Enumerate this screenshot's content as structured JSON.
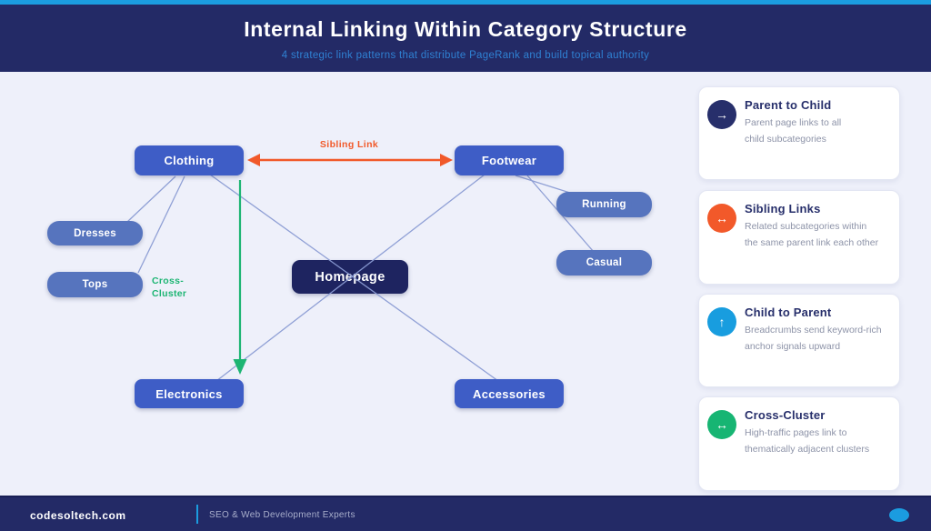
{
  "header": {
    "title": "Internal Linking Within Category Structure",
    "subtitle": "4 strategic link patterns that distribute PageRank and build topical authority"
  },
  "diagram": {
    "nodes": {
      "clothing": {
        "label": "Clothing"
      },
      "footwear": {
        "label": "Footwear"
      },
      "dresses": {
        "label": "Dresses"
      },
      "tops": {
        "label": "Tops"
      },
      "running": {
        "label": "Running"
      },
      "casual": {
        "label": "Casual"
      },
      "homepage": {
        "label": "Homepage"
      },
      "electronics": {
        "label": "Electronics"
      },
      "accessories": {
        "label": "Accessories"
      }
    },
    "edges": [
      {
        "from": "clothing",
        "to": "dresses",
        "type": "parent-to-child"
      },
      {
        "from": "clothing",
        "to": "tops",
        "type": "parent-to-child"
      },
      {
        "from": "footwear",
        "to": "running",
        "type": "parent-to-child"
      },
      {
        "from": "footwear",
        "to": "casual",
        "type": "parent-to-child"
      },
      {
        "from": "homepage",
        "to": "clothing",
        "type": "parent-to-child"
      },
      {
        "from": "homepage",
        "to": "footwear",
        "type": "parent-to-child"
      },
      {
        "from": "homepage",
        "to": "electronics",
        "type": "parent-to-child"
      },
      {
        "from": "homepage",
        "to": "accessories",
        "type": "parent-to-child"
      },
      {
        "from": "clothing",
        "to": "footwear",
        "type": "sibling-link"
      },
      {
        "from": "clothing",
        "to": "electronics",
        "type": "cross-cluster"
      }
    ],
    "edge_labels": {
      "sibling_link": "Sibling Link",
      "cross_cluster_line1": "Cross-",
      "cross_cluster_line2": "Cluster"
    }
  },
  "legend": {
    "items": [
      {
        "title": "Parent to Child",
        "description": "Parent page links to all\nchild subcategories",
        "icon": "arrow-right-icon",
        "glyph": "→",
        "color": "#272f6b"
      },
      {
        "title": "Sibling Links",
        "description": "Related subcategories within\nthe same parent link each other",
        "icon": "arrows-horizontal-icon",
        "glyph": "↔",
        "color": "#f2592a"
      },
      {
        "title": "Child to Parent",
        "description": "Breadcrumbs send keyword-rich\nanchor signals upward",
        "icon": "arrow-up-icon",
        "glyph": "↑",
        "color": "#189ddf"
      },
      {
        "title": "Cross-Cluster",
        "description": "High-traffic pages link to\nthematically adjacent clusters",
        "icon": "arrows-horizontal-icon",
        "glyph": "↔",
        "color": "#17b573"
      }
    ]
  },
  "footer": {
    "brand": "codesoltech.com",
    "tagline": "SEO & Web Development Experts"
  },
  "colors": {
    "accent_cyan": "#1b9ce0",
    "header_navy": "#232a66",
    "background": "#eef0fa",
    "node_blue": "#3e5dc6",
    "subnode_blue": "#5674be",
    "homepage_navy": "#1e2460",
    "connector": "#8b9cd4",
    "cross_cluster_green": "#1db573",
    "sibling_orange": "#f1592a"
  }
}
